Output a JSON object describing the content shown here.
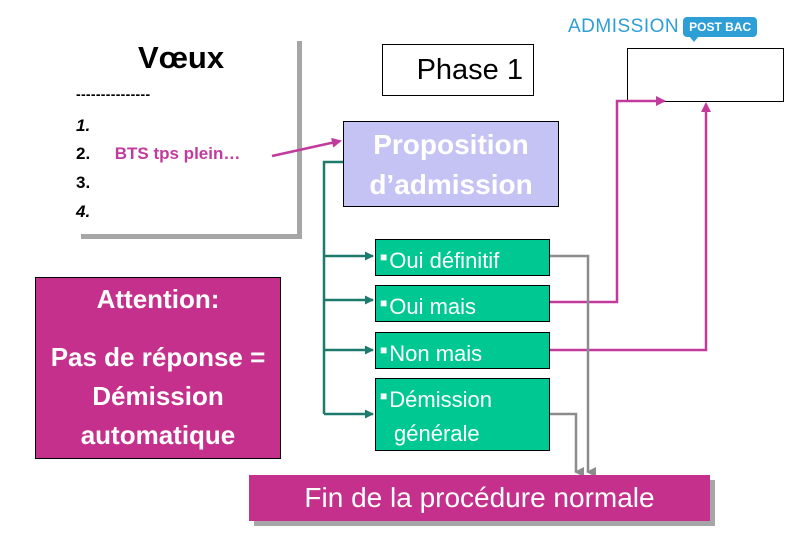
{
  "logo": {
    "word": "ADMISSION",
    "badge": "POST BAC"
  },
  "voeux": {
    "title": "Vœux",
    "separator": "---------------",
    "items": [
      {
        "number": "1.",
        "text": ""
      },
      {
        "number": "2.",
        "text": "BTS tps plein…"
      },
      {
        "number": "3.",
        "text": ""
      },
      {
        "number": "4.",
        "text": ""
      }
    ]
  },
  "phase_label": "Phase 1",
  "proposition": {
    "line1": "Proposition",
    "line2": "d’admission"
  },
  "options": [
    {
      "bullet": "■",
      "label": "Oui définitif"
    },
    {
      "bullet": "■",
      "label": "Oui mais"
    },
    {
      "bullet": "■",
      "label": "Non mais"
    },
    {
      "bullet": "■",
      "label_line1": "Démission",
      "label_line2": "générale"
    }
  ],
  "attention": {
    "title": "Attention:",
    "line1": "Pas de réponse =",
    "line2": "Démission",
    "line3": "automatique"
  },
  "fin": "Fin de la procédure normale",
  "colors": {
    "magenta": "#c4308c",
    "green": "#00c893",
    "lavender": "#c4c3f4",
    "teal_line": "#1f7a6e",
    "arrow_magenta": "#c23a9c",
    "gray_line": "#8c8c8c",
    "logo_blue": "#2e9fd6"
  }
}
